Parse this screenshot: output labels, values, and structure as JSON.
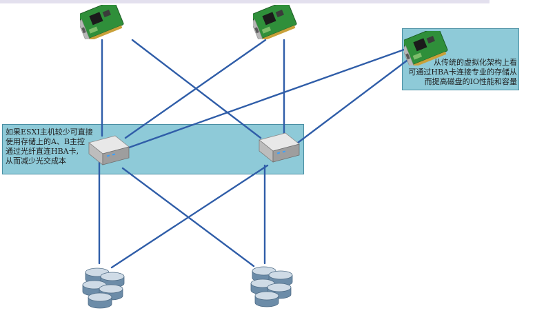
{
  "notes": {
    "storage_direct": [
      "如果ESXI主机较少可直接",
      "使用存储上的A、B主控",
      "通过光纤直连HBA卡,",
      "从而减少光交成本"
    ],
    "hba_perf": [
      "从传统的虚拟化架构上看",
      "可通过HBA卡连接专业的存储从",
      "而提高磁盘的IO性能和容量"
    ]
  },
  "colors": {
    "wire": "#2f5da8",
    "panel": "#8ecad8",
    "panel_border": "#4a8fa3"
  },
  "icons": [
    "hba-card-icon",
    "fc-switch-icon",
    "storage-disks-icon"
  ]
}
